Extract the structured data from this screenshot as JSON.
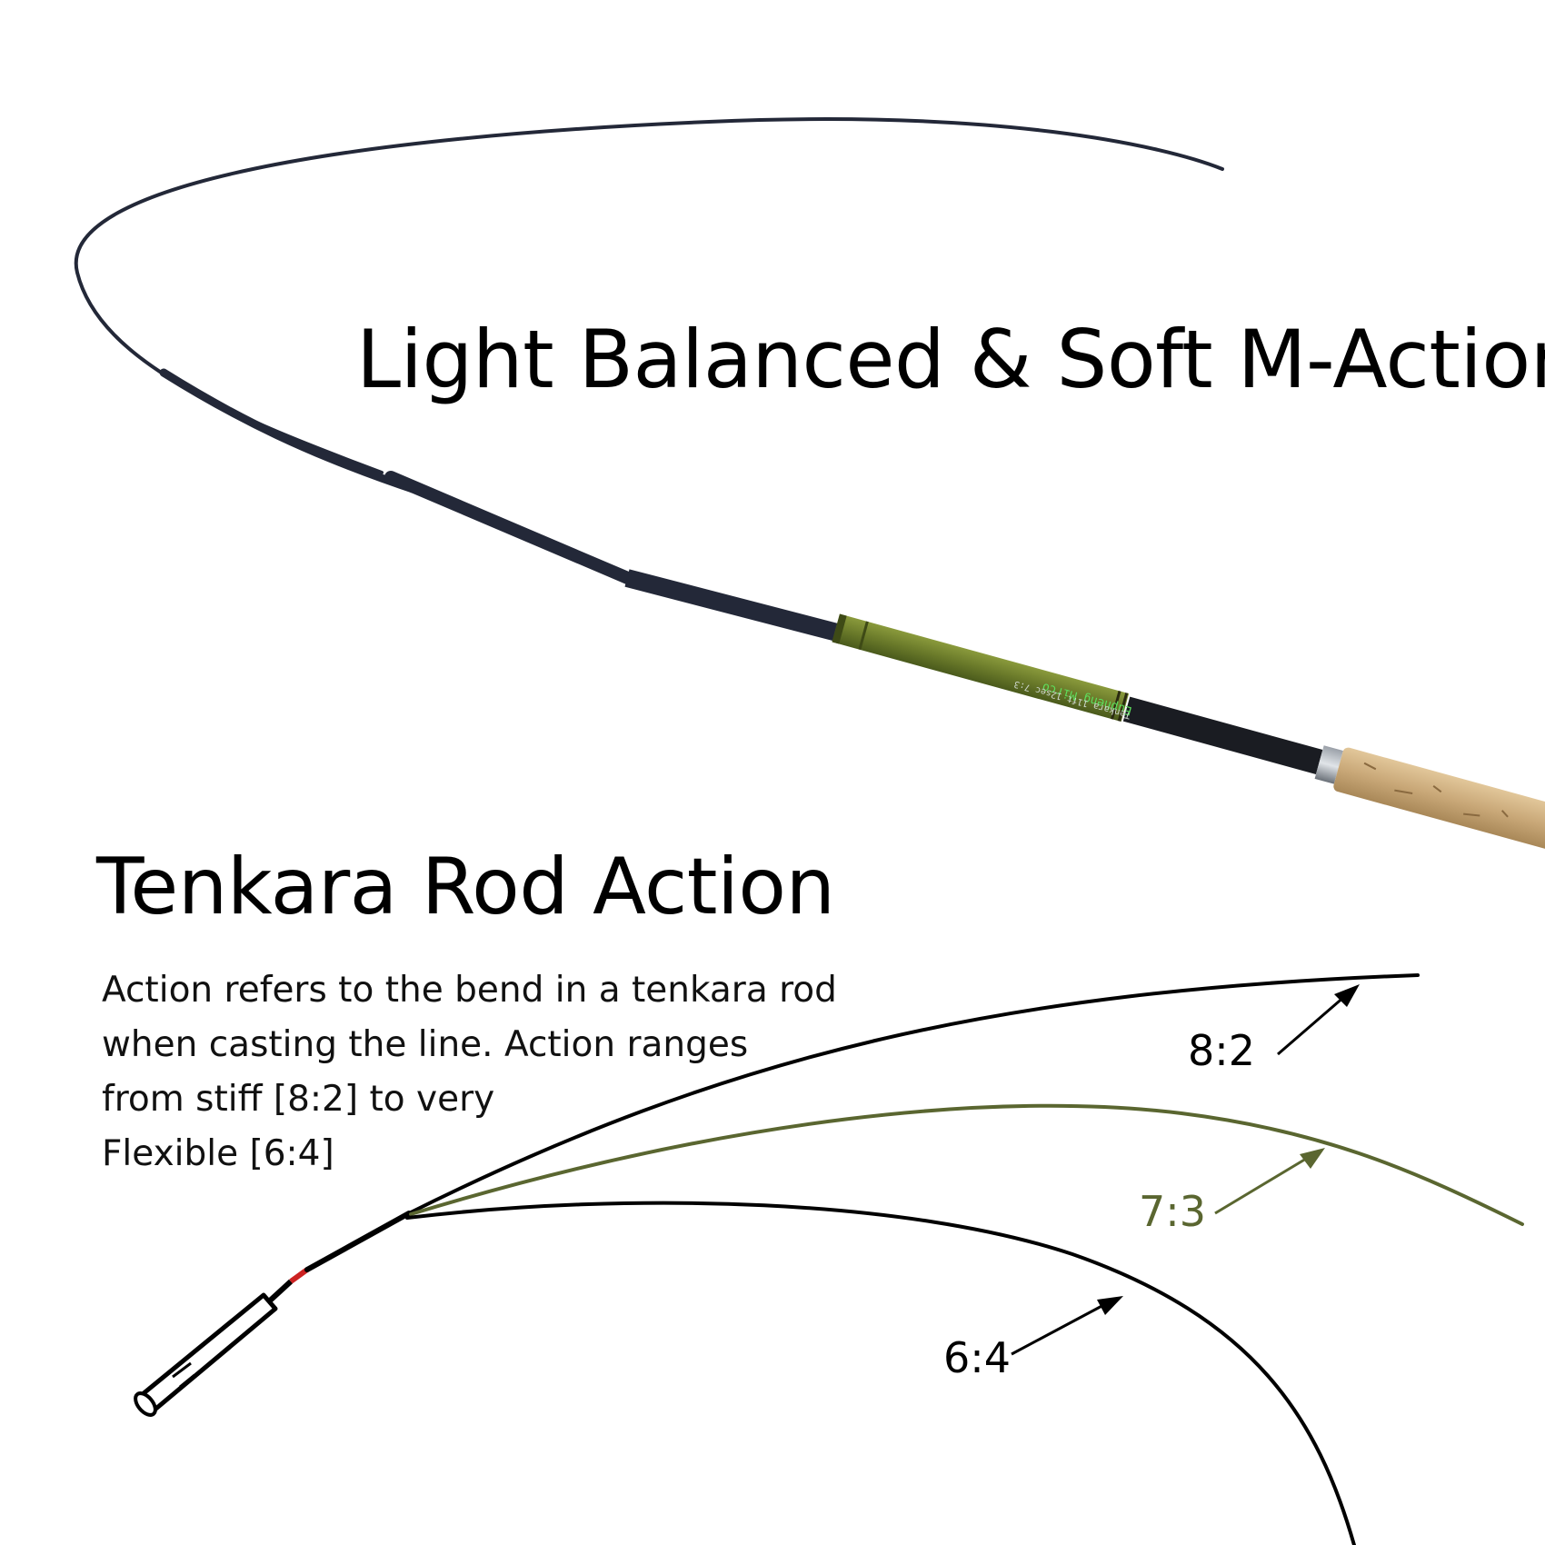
{
  "headline_top": "Light Balanced & Soft M-Action",
  "section": {
    "title": "Tenkara Rod Action",
    "description_lines": [
      "Action refers to the bend in a tenkara rod",
      "when casting the line. Action ranges",
      "from stiff [8:2] to very",
      "Flexible [6:4]"
    ]
  },
  "rod_print": {
    "brand": "Eupheng Mirco",
    "spec": "Tenkara 11ft 12sec 7:3"
  },
  "action_labels": {
    "stiff": "8:2",
    "medium": "7:3",
    "flexible": "6:4"
  },
  "colors": {
    "rod_blank": "#232838",
    "rod_green": "#6a7a2a",
    "cork": "#c9a878",
    "curve_black": "#000000",
    "curve_green": "#5a6630"
  }
}
